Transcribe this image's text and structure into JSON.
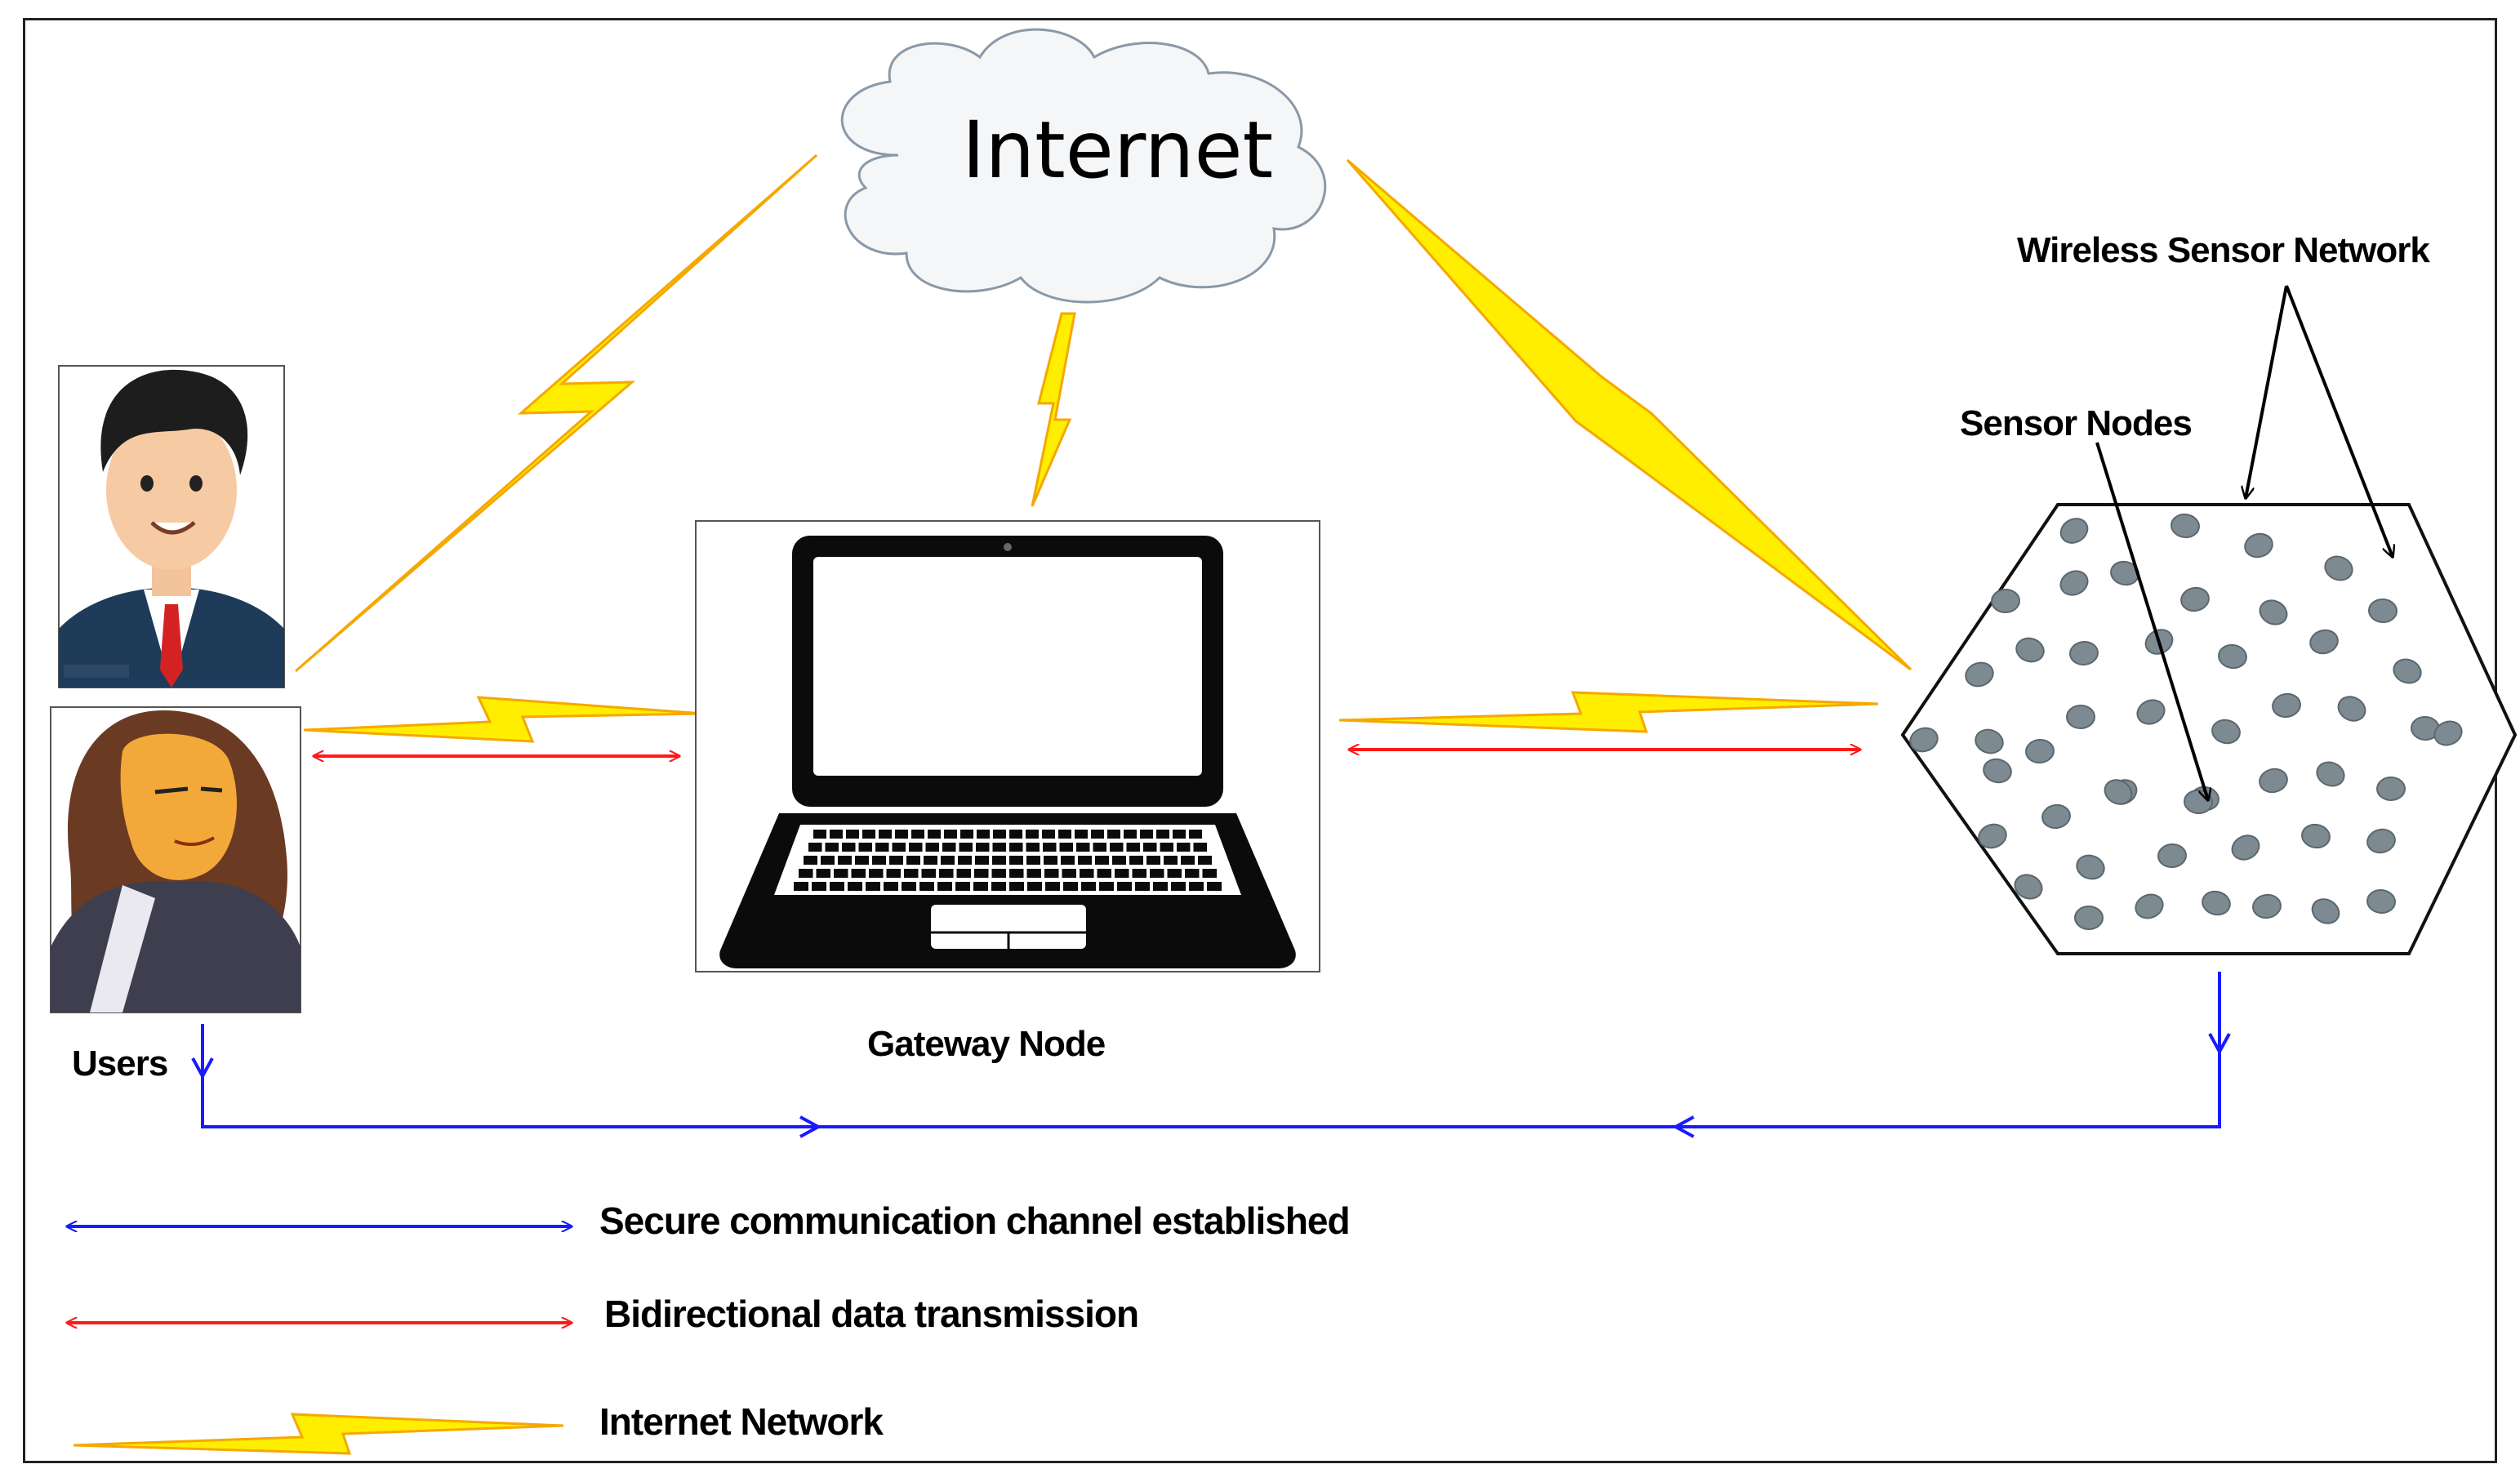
{
  "internet": {
    "title": "Internet"
  },
  "labels": {
    "wireless_sensor_network": "Wireless Sensor Network",
    "sensor_nodes": "Sensor Nodes",
    "users": "Users",
    "gateway_node": "Gateway Node"
  },
  "legend": {
    "secure": "Secure communication channel established",
    "bidirectional": "Bidirectional data transmission",
    "internet_network": "Internet Network"
  },
  "colors": {
    "secure_channel": "#1a1aff",
    "data_transmission": "#ff1a1a",
    "lightning_fill": "#ffee00",
    "lightning_stroke": "#f5a800",
    "cloud_fill": "#f4f6f8",
    "sensor_node": "#7d8a92"
  }
}
